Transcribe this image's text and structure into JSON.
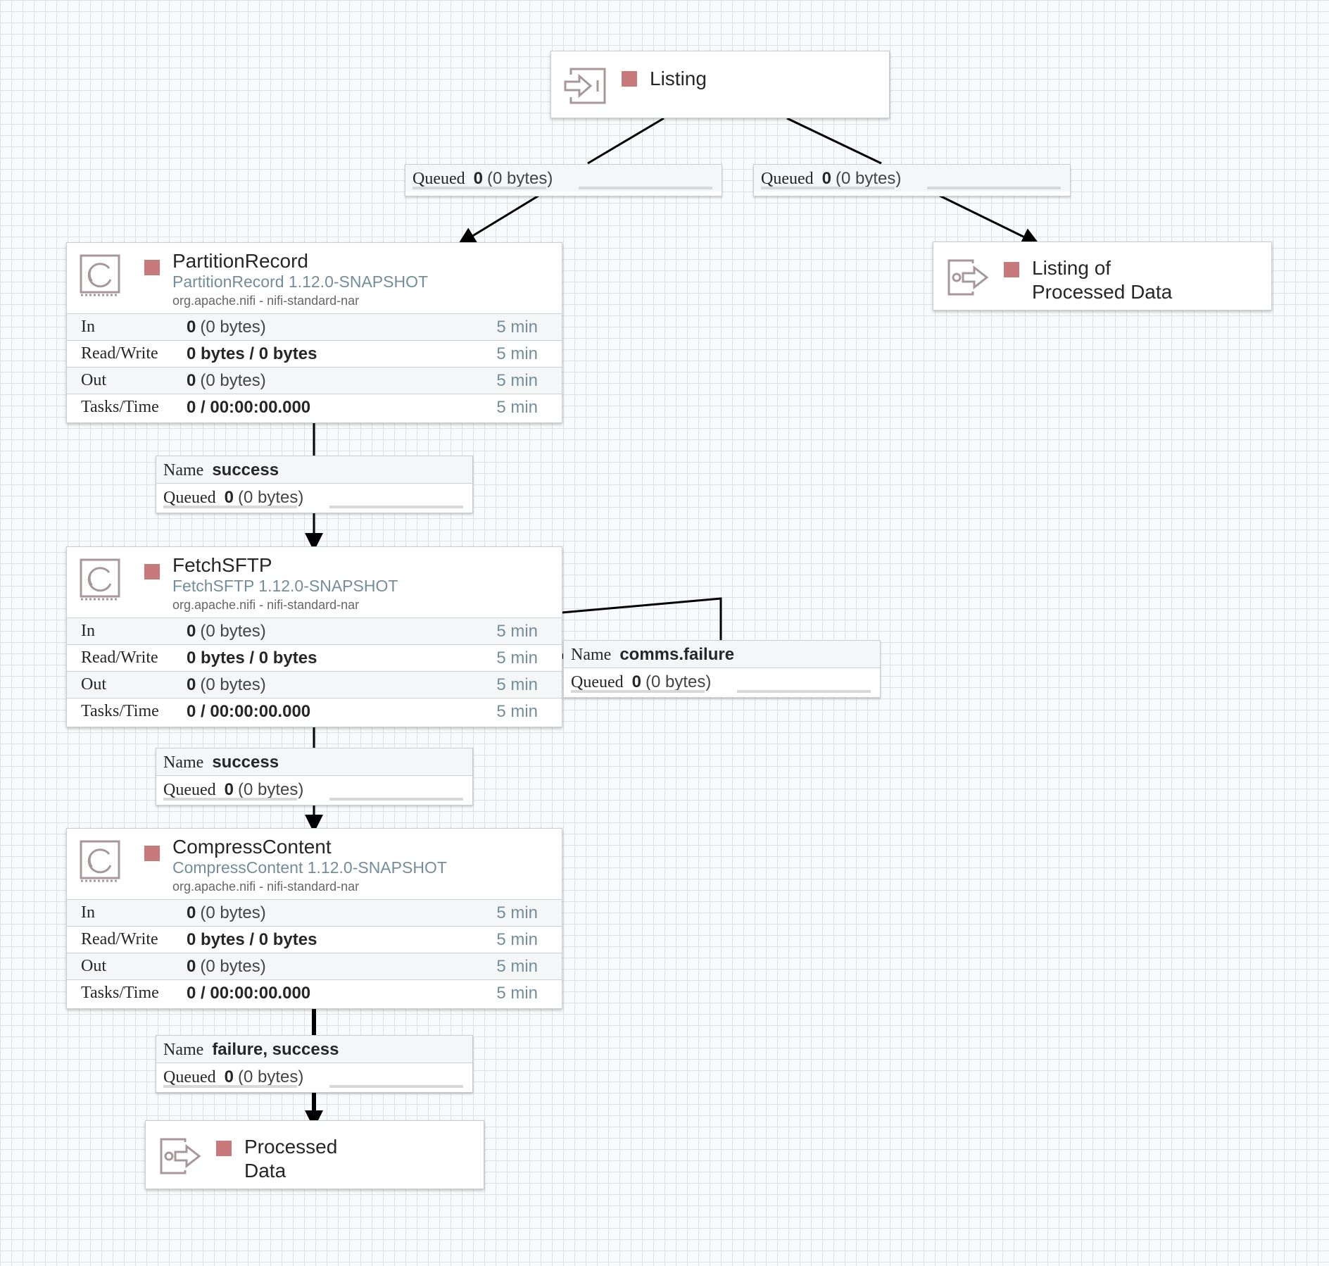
{
  "components": {
    "listing": {
      "name": "Listing",
      "icon": "input-port-icon",
      "status": "stopped"
    },
    "listing_processed": {
      "name_line1": "Listing of",
      "name_line2": "Processed Data",
      "icon": "output-port-icon",
      "status": "stopped"
    },
    "processed_data": {
      "name_line1": "Processed",
      "name_line2": "Data",
      "icon": "output-port-icon",
      "status": "stopped"
    },
    "processors": [
      {
        "name": "PartitionRecord",
        "type": "PartitionRecord 1.12.0-SNAPSHOT",
        "bundle": "org.apache.nifi - nifi-standard-nar",
        "icon": "processor-icon",
        "status": "stopped",
        "stats": {
          "in_label": "In",
          "in_value": "0",
          "in_rest": "(0 bytes)",
          "in_time": "5 min",
          "rw_label": "Read/Write",
          "rw_value": "0 bytes / 0 bytes",
          "rw_time": "5 min",
          "out_label": "Out",
          "out_value": "0",
          "out_rest": "(0 bytes)",
          "out_time": "5 min",
          "tasks_label": "Tasks/Time",
          "tasks_value": "0 / 00:00:00.000",
          "tasks_time": "5 min"
        }
      },
      {
        "name": "FetchSFTP",
        "type": "FetchSFTP 1.12.0-SNAPSHOT",
        "bundle": "org.apache.nifi - nifi-standard-nar",
        "icon": "processor-icon",
        "status": "stopped",
        "stats": {
          "in_label": "In",
          "in_value": "0",
          "in_rest": "(0 bytes)",
          "in_time": "5 min",
          "rw_label": "Read/Write",
          "rw_value": "0 bytes / 0 bytes",
          "rw_time": "5 min",
          "out_label": "Out",
          "out_value": "0",
          "out_rest": "(0 bytes)",
          "out_time": "5 min",
          "tasks_label": "Tasks/Time",
          "tasks_value": "0 / 00:00:00.000",
          "tasks_time": "5 min"
        }
      },
      {
        "name": "CompressContent",
        "type": "CompressContent 1.12.0-SNAPSHOT",
        "bundle": "org.apache.nifi - nifi-standard-nar",
        "icon": "processor-icon",
        "status": "stopped",
        "stats": {
          "in_label": "In",
          "in_value": "0",
          "in_rest": "(0 bytes)",
          "in_time": "5 min",
          "rw_label": "Read/Write",
          "rw_value": "0 bytes / 0 bytes",
          "rw_time": "5 min",
          "out_label": "Out",
          "out_value": "0",
          "out_rest": "(0 bytes)",
          "out_time": "5 min",
          "tasks_label": "Tasks/Time",
          "tasks_value": "0 / 00:00:00.000",
          "tasks_time": "5 min"
        }
      }
    ]
  },
  "connections": [
    {
      "queued_label": "Queued",
      "queued_count": "0",
      "queued_size": "(0 bytes)"
    },
    {
      "queued_label": "Queued",
      "queued_count": "0",
      "queued_size": "(0 bytes)"
    },
    {
      "name_label": "Name",
      "name": "success",
      "queued_label": "Queued",
      "queued_count": "0",
      "queued_size": "(0 bytes)"
    },
    {
      "name_label": "Name",
      "name": "comms.failure",
      "queued_label": "Queued",
      "queued_count": "0",
      "queued_size": "(0 bytes)"
    },
    {
      "name_label": "Name",
      "name": "success",
      "queued_label": "Queued",
      "queued_count": "0",
      "queued_size": "(0 bytes)"
    },
    {
      "name_label": "Name",
      "name": "failure, success",
      "queued_label": "Queued",
      "queued_count": "0",
      "queued_size": "(0 bytes)"
    }
  ],
  "colors": {
    "stopped": "#c7797b",
    "type_text": "#728e9b",
    "grid": "#dde2e6",
    "icon": "#a7979a"
  }
}
